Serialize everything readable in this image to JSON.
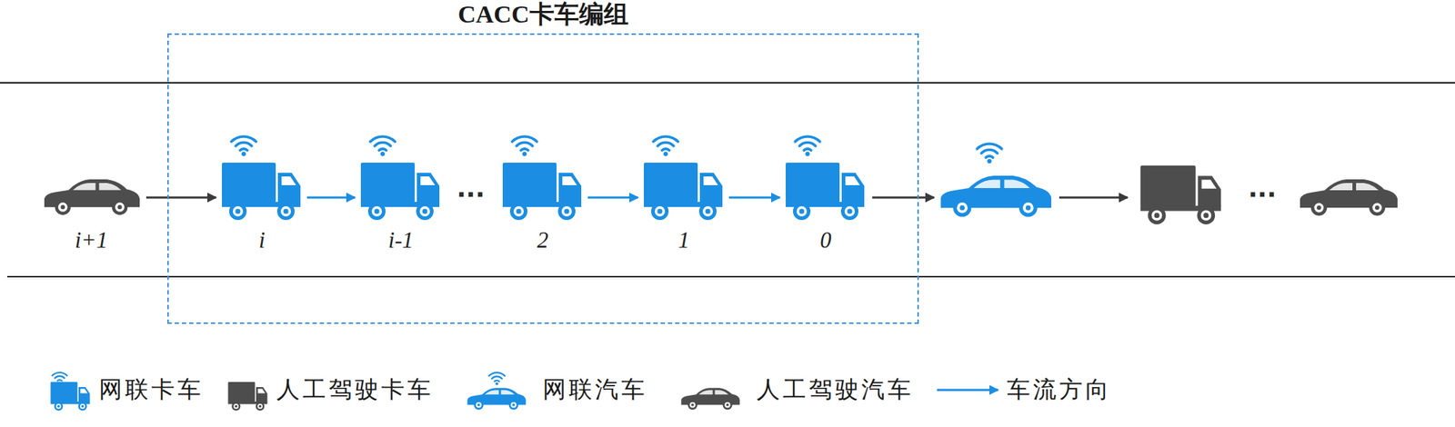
{
  "diagram": {
    "nodes": [
      {
        "text": [
          "CACC卡车编组"
        ]
      },
      {
        "text": [
          "i+1"
        ]
      },
      {
        "text": [
          "i"
        ],
        "in": 0
      },
      {
        "text": [
          "i-1"
        ],
        "in": 0
      },
      {
        "text": [
          "2"
        ],
        "in": 0
      },
      {
        "text": [
          "1"
        ],
        "in": 0
      },
      {
        "text": [
          "0"
        ],
        "in": 0
      }
    ],
    "edges": [
      {
        "from": 1,
        "to": 2,
        "arrow": "to"
      },
      {
        "from": 2,
        "to": 3,
        "arrow": "to"
      },
      {
        "from": 4,
        "to": 5,
        "arrow": "to"
      },
      {
        "from": 5,
        "to": 6,
        "arrow": "to"
      }
    ],
    "labels": [
      "···",
      "···"
    ],
    "legend": [
      {
        "text": "网联卡车"
      },
      {
        "text": "人工驾驶卡车"
      },
      {
        "text": "网联汽车"
      },
      {
        "text": "人工驾驶汽车"
      },
      {
        "text": "车流方向"
      }
    ]
  }
}
